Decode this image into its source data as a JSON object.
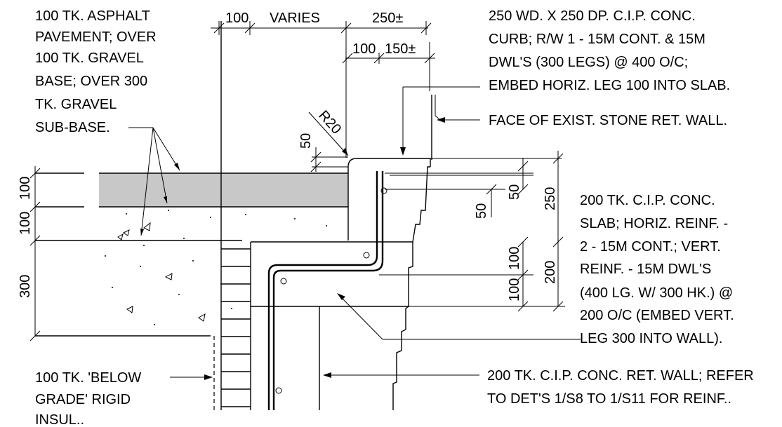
{
  "dimensions": {
    "top_100": "100",
    "top_varies": "VARIES",
    "top_250": "250±",
    "top_100b": "100",
    "top_150": "150±",
    "r20": "R20",
    "left_50": "50",
    "left_100a": "100",
    "left_100b": "100",
    "left_300": "300",
    "right_50a": "50",
    "right_50b": "50",
    "right_250": "250",
    "right_100a": "100",
    "right_100b": "100",
    "right_200": "200"
  },
  "notes": {
    "asphalt": [
      "100 TK. ASPHALT",
      "PAVEMENT; OVER",
      "100 TK. GRAVEL",
      "BASE; OVER 300",
      "TK. GRAVEL",
      "SUB-BASE."
    ],
    "curb": [
      "250 WD. X 250 DP. C.I.P. CONC.",
      "CURB; R/W 1 - 15M CONT. & 15M",
      "DWL'S (300 LEGS) @ 400 O/C;",
      "EMBED HORIZ. LEG 100 INTO SLAB."
    ],
    "stone_wall": "FACE OF EXIST. STONE RET. WALL.",
    "slab": [
      "200 TK. C.I.P. CONC.",
      "SLAB; HORIZ. REINF. -",
      "2 - 15M CONT.; VERT.",
      "REINF. -  15M DWL'S",
      "(400 LG. W/ 300 HK.) @",
      "200 O/C (EMBED VERT.",
      "LEG 300 INTO WALL)."
    ],
    "insulation": [
      "100 TK. 'BELOW",
      "GRADE' RIGID",
      "INSUL.."
    ],
    "ret_wall": [
      "200 TK. C.I.P. CONC. RET. WALL; REFER",
      "TO DET'S 1/S8 TO 1/S11 FOR REINF.."
    ]
  },
  "colors": {
    "asphalt_fill": "#c8c8c8",
    "line": "#000000"
  }
}
